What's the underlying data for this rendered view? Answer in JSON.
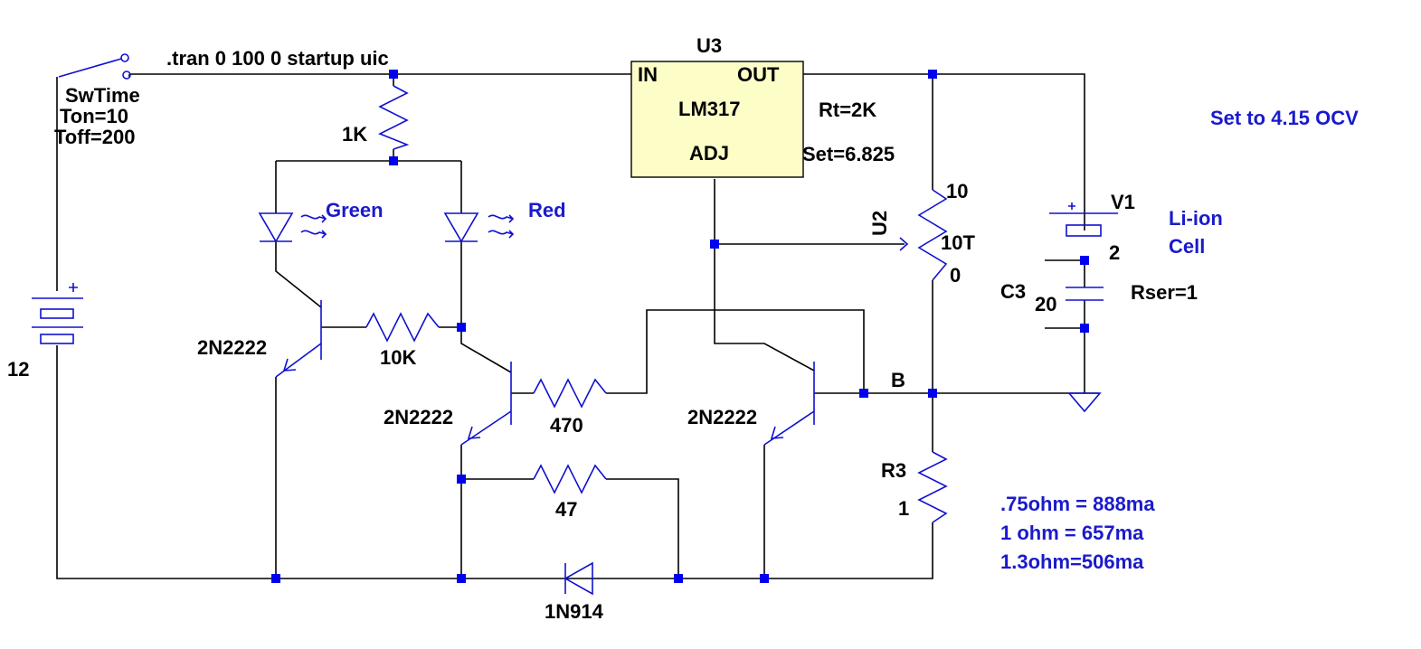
{
  "directive": ".tran 0 100 0 startup uic",
  "switch": {
    "name": "SwTime",
    "ton": "Ton=10",
    "toff": "Toff=200"
  },
  "battery": {
    "value": "12"
  },
  "regulator": {
    "name": "U3",
    "part": "LM317",
    "pin_in": "IN",
    "pin_out": "OUT",
    "pin_adj": "ADJ"
  },
  "potentiometer": {
    "name": "U2",
    "rt": "Rt=2K",
    "set": "Set=6.825",
    "pin_top": "10",
    "pin_bottom": "0",
    "turns": "10T"
  },
  "resistors": {
    "r1k": "1K",
    "r10k": "10K",
    "r470": "470",
    "r47": "47",
    "r3_name": "R3",
    "r3_value": "1"
  },
  "leds": {
    "green": "Green",
    "red": "Red"
  },
  "transistors": {
    "q1": "2N2222",
    "q2": "2N2222",
    "q3": "2N2222"
  },
  "diode": {
    "name": "1N914"
  },
  "cell": {
    "name": "V1",
    "value": "2",
    "label_line1": "Li-ion",
    "label_line2": "Cell",
    "cap_name": "C3",
    "cap_value": "20",
    "rser": "Rser=1"
  },
  "node_b": "B",
  "notes": {
    "set_ocv": "Set to 4.15 OCV",
    "line1": ".75ohm = 888ma",
    "line2": "1 ohm = 657ma",
    "line3": "1.3ohm=506ma"
  }
}
